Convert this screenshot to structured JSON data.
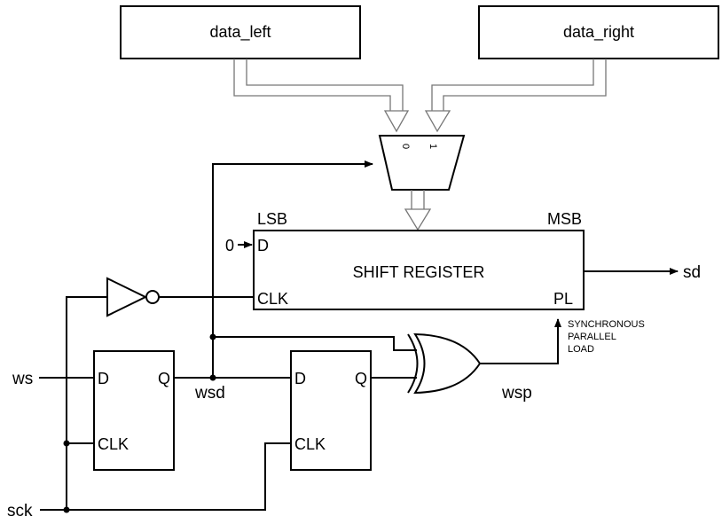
{
  "blocks": {
    "data_left": "data_left",
    "data_right": "data_right",
    "shift_register": "SHIFT REGISTER"
  },
  "mux": {
    "in0": "0",
    "in1": "1"
  },
  "shift_register": {
    "lsb": "LSB",
    "msb": "MSB",
    "d_pin": "D",
    "clk_pin": "CLK",
    "pl_pin": "PL",
    "d_input": "0"
  },
  "flipflop1": {
    "d": "D",
    "q": "Q",
    "clk": "CLK"
  },
  "flipflop2": {
    "d": "D",
    "q": "Q",
    "clk": "CLK"
  },
  "signals": {
    "ws": "ws",
    "sck": "sck",
    "wsd": "wsd",
    "wsp": "wsp",
    "sd": "sd"
  },
  "pl_note": [
    "SYNCHRONOUS",
    "PARALLEL",
    "LOAD"
  ]
}
